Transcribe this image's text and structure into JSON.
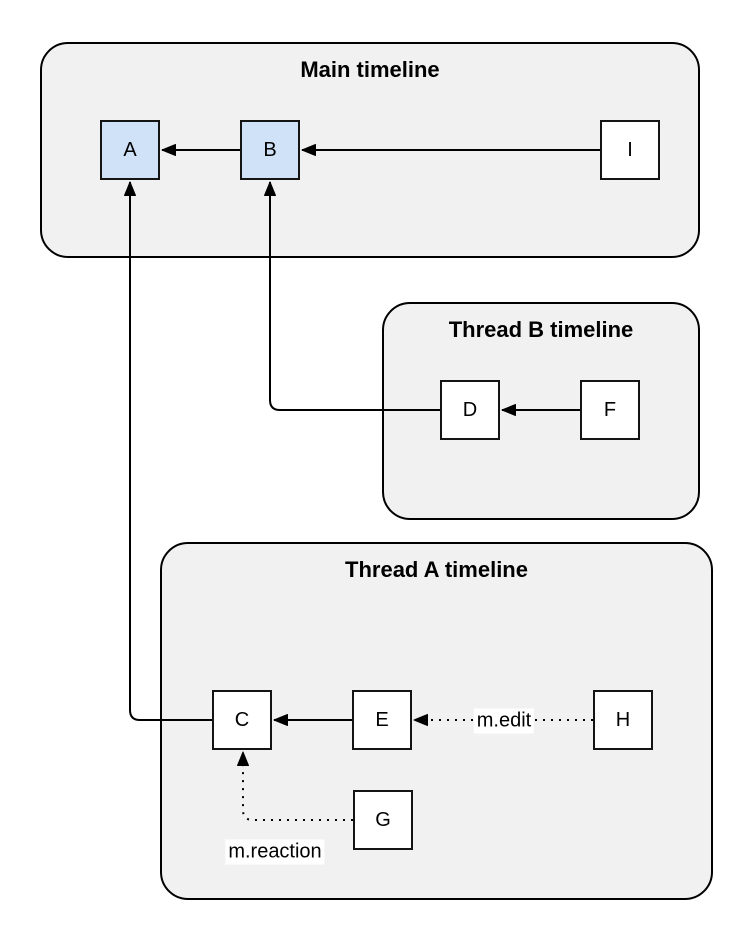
{
  "diagram": {
    "title_note": "Matrix-style event DAG with main and thread timelines",
    "groups": [
      {
        "id": "main-timeline",
        "title": "Main timeline"
      },
      {
        "id": "thread-b-timeline",
        "title": "Thread B timeline"
      },
      {
        "id": "thread-a-timeline",
        "title": "Thread A timeline"
      }
    ],
    "nodes": [
      {
        "id": "A",
        "label": "A",
        "group": "main-timeline",
        "highlighted": true
      },
      {
        "id": "B",
        "label": "B",
        "group": "main-timeline",
        "highlighted": true
      },
      {
        "id": "I",
        "label": "I",
        "group": "main-timeline",
        "highlighted": false
      },
      {
        "id": "D",
        "label": "D",
        "group": "thread-b-timeline",
        "highlighted": false
      },
      {
        "id": "F",
        "label": "F",
        "group": "thread-b-timeline",
        "highlighted": false
      },
      {
        "id": "C",
        "label": "C",
        "group": "thread-a-timeline",
        "highlighted": false
      },
      {
        "id": "E",
        "label": "E",
        "group": "thread-a-timeline",
        "highlighted": false
      },
      {
        "id": "H",
        "label": "H",
        "group": "thread-a-timeline",
        "highlighted": false
      },
      {
        "id": "G",
        "label": "G",
        "group": "thread-a-timeline",
        "highlighted": false
      }
    ],
    "edges": [
      {
        "from": "B",
        "to": "A",
        "style": "solid",
        "label": ""
      },
      {
        "from": "I",
        "to": "B",
        "style": "solid",
        "label": ""
      },
      {
        "from": "F",
        "to": "D",
        "style": "solid",
        "label": ""
      },
      {
        "from": "D",
        "to": "B",
        "style": "solid",
        "label": ""
      },
      {
        "from": "C",
        "to": "A",
        "style": "solid",
        "label": ""
      },
      {
        "from": "E",
        "to": "C",
        "style": "solid",
        "label": ""
      },
      {
        "from": "H",
        "to": "E",
        "style": "dotted",
        "label": "m.edit"
      },
      {
        "from": "G",
        "to": "C",
        "style": "dotted",
        "label": "m.reaction"
      }
    ],
    "colors": {
      "group_fill": "#f1f1f1",
      "group_border": "#000000",
      "node_fill_highlight": "#cfe2f7",
      "node_fill_default": "#ffffff",
      "node_border": "#141414",
      "edge_stroke": "#000000",
      "text": "#000000"
    }
  }
}
